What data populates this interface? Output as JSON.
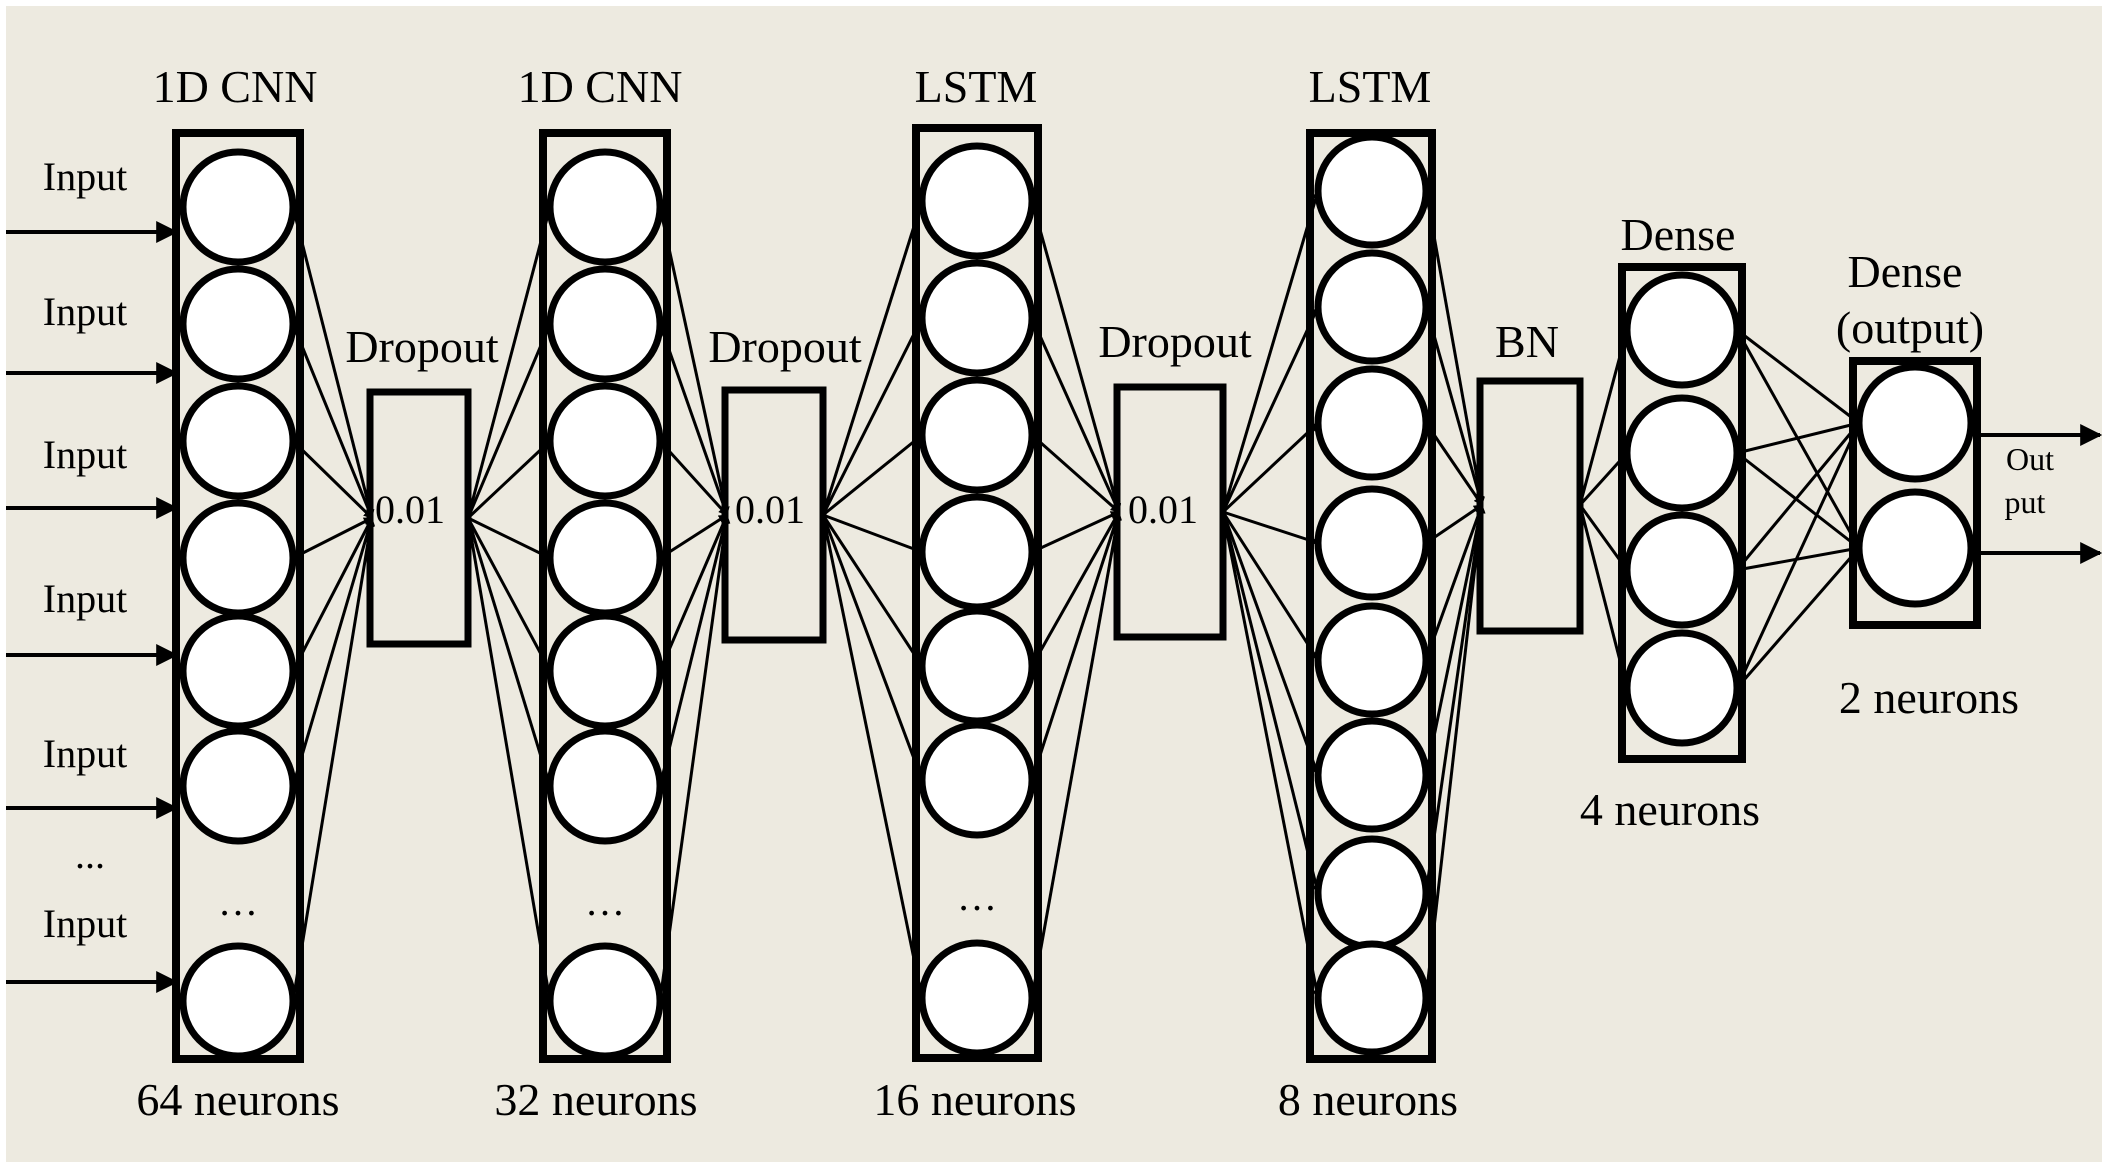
{
  "colors": {
    "background": "#edeae0",
    "stroke": "#000000",
    "neuron_fill": "#ffffff"
  },
  "inputs": {
    "labels": [
      "Input",
      "Input",
      "Input",
      "Input",
      "Input",
      "Input"
    ],
    "ellipsis": "...",
    "count": 6
  },
  "layers": [
    {
      "id": "cnn1",
      "title": "1D CNN",
      "neurons_label": "64 neurons",
      "drawn_neurons": 7,
      "ellipsis": "…"
    },
    {
      "id": "drop1",
      "title": "Dropout",
      "rate": "0.01"
    },
    {
      "id": "cnn2",
      "title": "1D CNN",
      "neurons_label": "32 neurons",
      "drawn_neurons": 7,
      "ellipsis": "…"
    },
    {
      "id": "drop2",
      "title": "Dropout",
      "rate": "0.01"
    },
    {
      "id": "lstm1",
      "title": "LSTM",
      "neurons_label": "16 neurons",
      "drawn_neurons": 7,
      "ellipsis": "…"
    },
    {
      "id": "drop3",
      "title": "Dropout",
      "rate": "0.01"
    },
    {
      "id": "lstm2",
      "title": "LSTM",
      "neurons_label": "8 neurons",
      "drawn_neurons": 8
    },
    {
      "id": "bn",
      "title": "BN"
    },
    {
      "id": "dense1",
      "title": "Dense",
      "neurons_label": "4 neurons",
      "drawn_neurons": 4
    },
    {
      "id": "dense2",
      "title_line1": "Dense",
      "title_line2": "(output)",
      "neurons_label": "2 neurons",
      "drawn_neurons": 2
    }
  ],
  "output": {
    "label_line1": "Out",
    "label_line2": "put"
  }
}
